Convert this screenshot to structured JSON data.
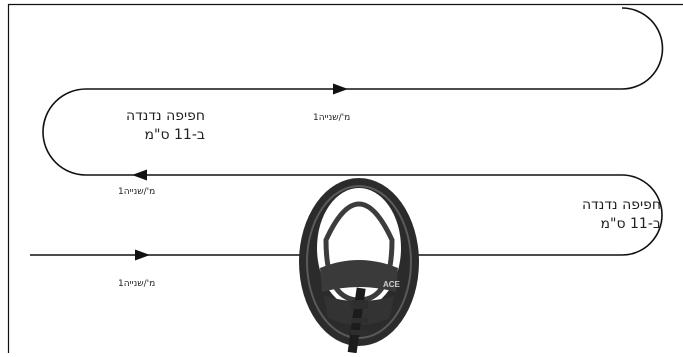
{
  "annotations": {
    "upper_overlap_line1": "חפיפה נדנדה",
    "upper_overlap_line2": "ב-11 ס\"מ",
    "lower_overlap_line1": "חפיפה נדנדה",
    "lower_overlap_line2": "ב-11 ס\"מ",
    "speed_top": "1מ'/שנייה",
    "speed_middle": "1מ'/שנייה",
    "speed_bottom": "1מ'/שנייה"
  },
  "detector": {
    "brand_text": "ACE"
  },
  "colors": {
    "line": "#111111",
    "coil_outer": "#2b2b2b",
    "coil_inner": "#4a4a4a",
    "shaft": "#1c1c1c"
  }
}
